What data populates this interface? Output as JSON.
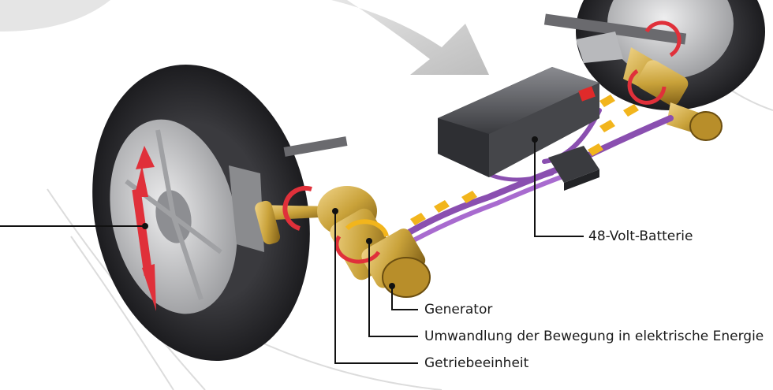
{
  "labels": {
    "battery": "48-Volt-Batterie",
    "generator": "Generator",
    "conversion": "Umwandlung der Bewegung in elektrische Energie",
    "gear_unit": "Getriebeeinheit"
  },
  "colors": {
    "tire": "#2b2b2e",
    "rim": "#c9cacc",
    "brass": "#c9a23a",
    "cable": "#8a4fb0",
    "arrow_red": "#e0303a",
    "arrow_yellow": "#f2b51c",
    "battery_body": "#4a4b4f",
    "terminal_red": "#e02a2a",
    "leader": "#111111"
  }
}
